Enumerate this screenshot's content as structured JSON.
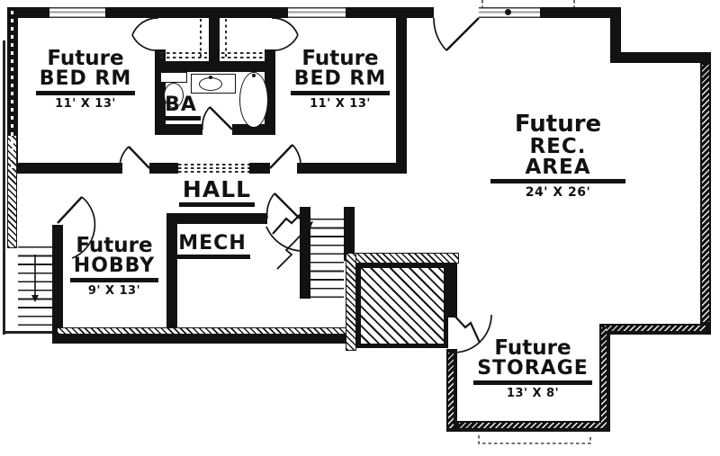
{
  "plan_type": "basement-floor-plan",
  "colors": {
    "wall": "#121212",
    "paper": "#ffffff",
    "window_line": "#9a9a9a"
  },
  "rooms": [
    {
      "id": "bedroom-1",
      "prefix": "Future",
      "name": "BED RM",
      "dims": "11' X 13'"
    },
    {
      "id": "bath",
      "prefix": "",
      "name": "BA",
      "dims": ""
    },
    {
      "id": "bedroom-2",
      "prefix": "Future",
      "name": "BED RM",
      "dims": "11' X 13'"
    },
    {
      "id": "hall",
      "prefix": "",
      "name": "HALL",
      "dims": ""
    },
    {
      "id": "hobby",
      "prefix": "Future",
      "name": "HOBBY",
      "dims": "9' X 13'"
    },
    {
      "id": "mech",
      "prefix": "",
      "name": "MECH",
      "dims": ""
    },
    {
      "id": "rec-area",
      "prefix": "Future",
      "name": "REC. AREA",
      "dims": "24' X 26'"
    },
    {
      "id": "storage",
      "prefix": "Future",
      "name": "STORAGE",
      "dims": "13' X 8'"
    }
  ]
}
